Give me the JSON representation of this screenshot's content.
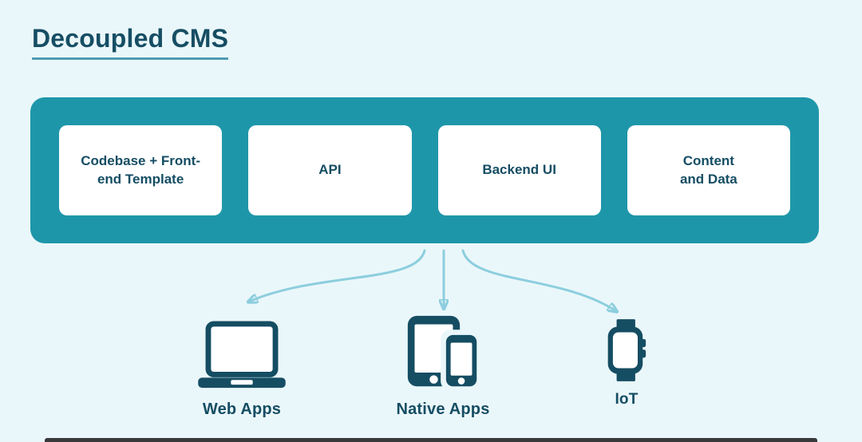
{
  "title": "Decoupled CMS",
  "band": {
    "boxes": [
      {
        "label": "Codebase + Front-\nend Template"
      },
      {
        "label": "API"
      },
      {
        "label": "Backend UI"
      },
      {
        "label": "Content\nand Data"
      }
    ]
  },
  "targets": [
    {
      "icon": "laptop-icon",
      "label": "Web Apps"
    },
    {
      "icon": "tablet-phone-icon",
      "label": "Native Apps"
    },
    {
      "icon": "smartwatch-icon",
      "label": "IoT"
    }
  ],
  "theme": {
    "background": "#eaf7fa",
    "band": "#1e96a9",
    "card": "#ffffff",
    "ink": "#154d63",
    "title": "#164e64",
    "underline": "#4f9db2",
    "arrow": "#8ccede",
    "bottom_bar": "#39393b"
  }
}
